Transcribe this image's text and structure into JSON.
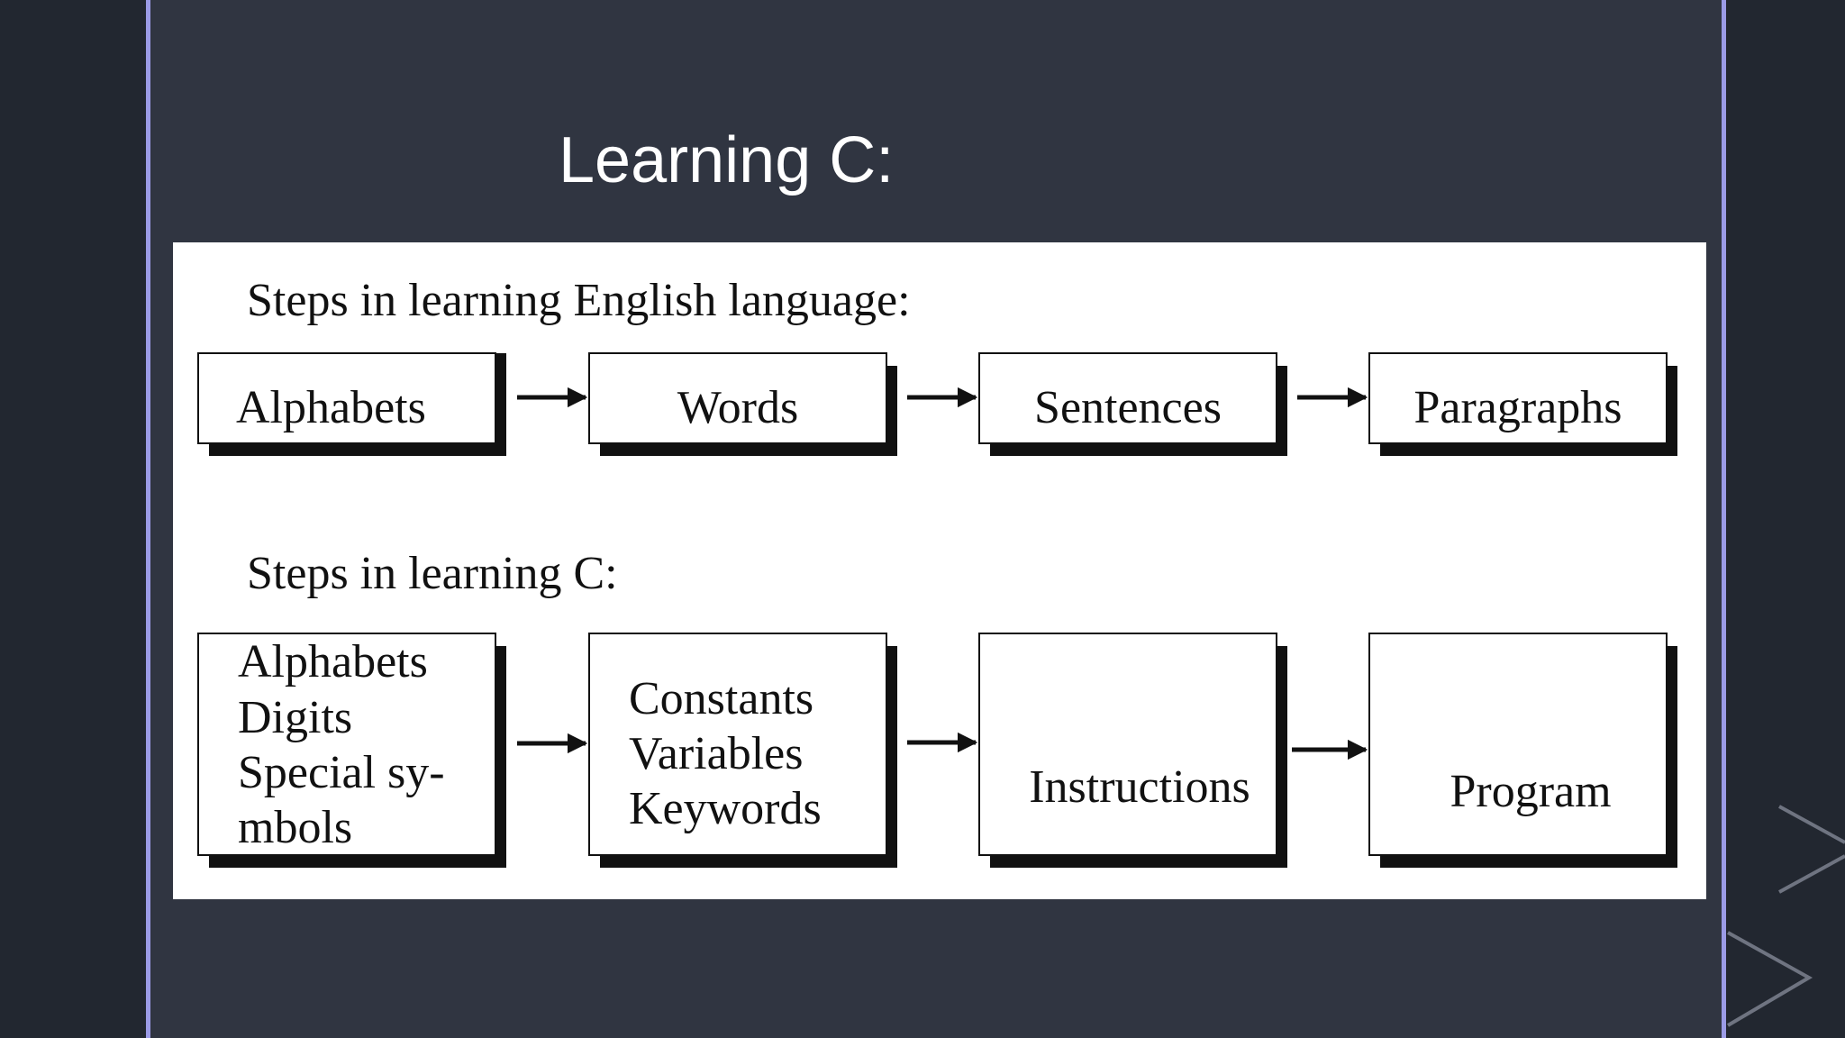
{
  "slide": {
    "title": "Learning C:"
  },
  "diagram": {
    "english_heading": "Steps in learning English language:",
    "english_steps": [
      {
        "lines": [
          "Alphabets"
        ]
      },
      {
        "lines": [
          "Words"
        ]
      },
      {
        "lines": [
          "Sentences"
        ]
      },
      {
        "lines": [
          "Paragraphs"
        ]
      }
    ],
    "c_heading": "Steps in learning C:",
    "c_steps": [
      {
        "lines": [
          "Alphabets",
          "Digits",
          "Special sy-",
          "mbols"
        ]
      },
      {
        "lines": [
          "Constants",
          "Variables",
          "Keywords"
        ]
      },
      {
        "lines": [
          "Instructions"
        ]
      },
      {
        "lines": [
          "Program"
        ]
      }
    ]
  },
  "colors": {
    "page_background": "#222730",
    "slide_background": "#303541",
    "slide_border": "#9b9be6",
    "title_text": "#ffffff",
    "figure_background": "#ffffff",
    "diagram_ink": "#111111"
  }
}
